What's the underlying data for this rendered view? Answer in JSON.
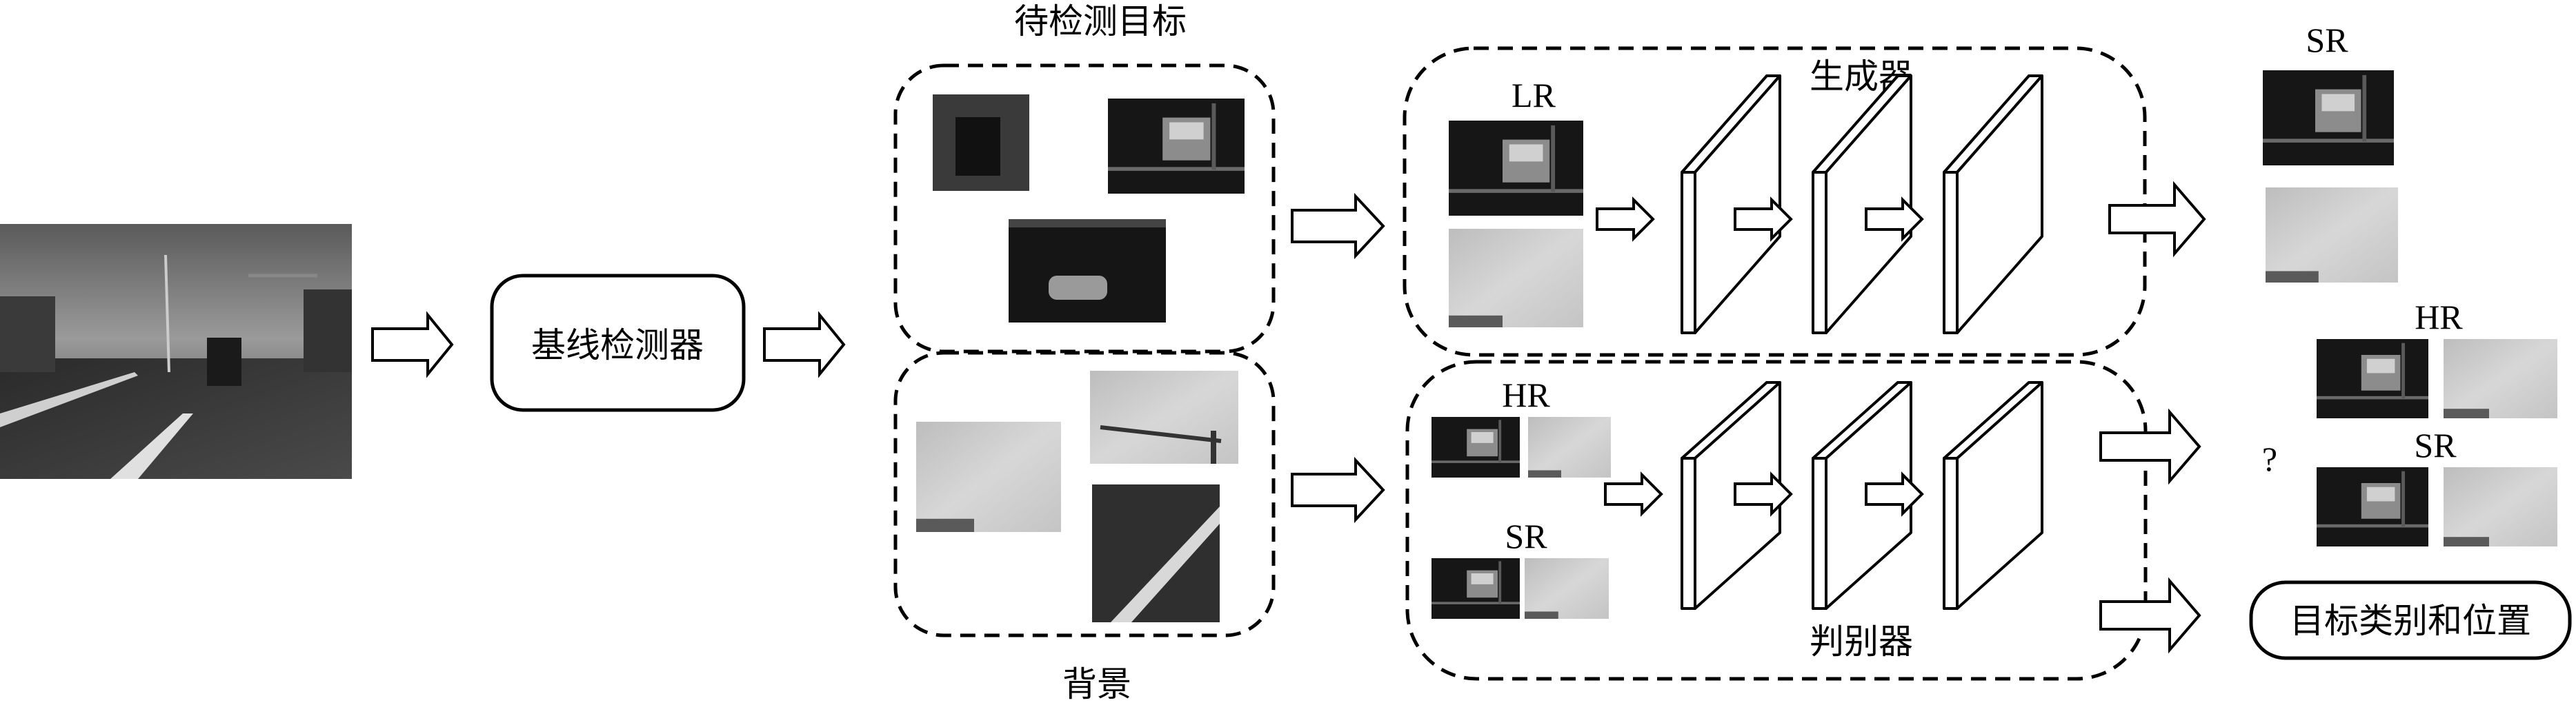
{
  "labels": {
    "baseline_detector": "基线检测器",
    "targets_to_detect": "待检测目标",
    "background": "背景",
    "generator": "生成器",
    "discriminator": "判别器",
    "lr": "LR",
    "hr_input": "HR",
    "sr_input": "SR",
    "sr_output": "SR",
    "hr_compare": "HR",
    "sr_compare": "SR",
    "question_mark": "?",
    "target_class_position": "目标类别和位置"
  },
  "colors": {
    "line": "#000000",
    "background": "#ffffff",
    "image_dark": "#1e1e1e",
    "image_light": "#c9c9c9"
  },
  "icons": {
    "arrow": "hollow-right-arrow",
    "conv_layer": "3d-plate"
  }
}
